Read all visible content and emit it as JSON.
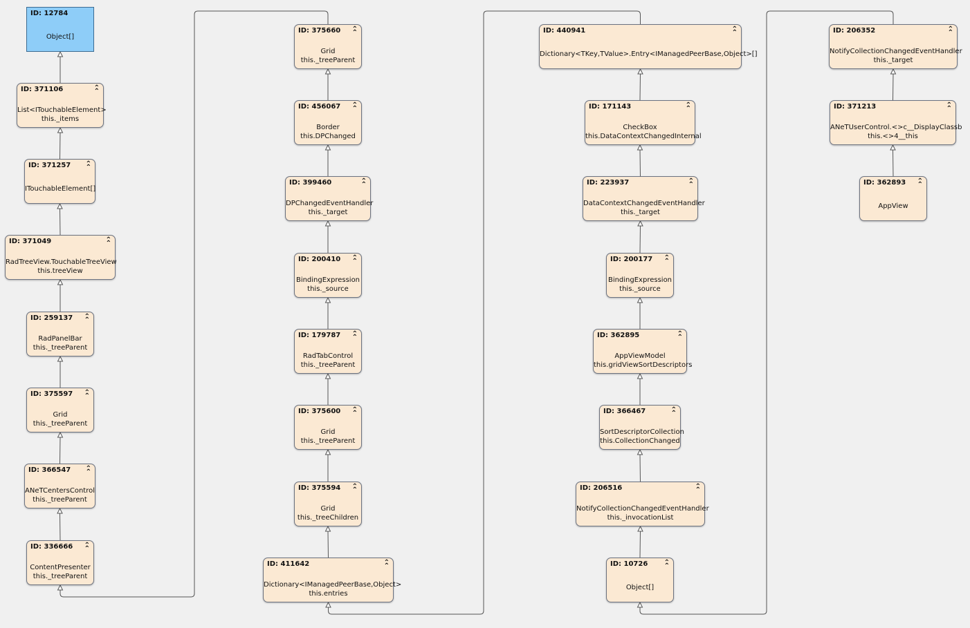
{
  "nodes": [
    {
      "key": "n12784",
      "id_label": "ID: 12784",
      "type": "Object[]",
      "field": "",
      "root": true
    },
    {
      "key": "n371106",
      "id_label": "ID: 371106",
      "type": "List<ITouchableElement>",
      "field": "this._items"
    },
    {
      "key": "n371257",
      "id_label": "ID: 371257",
      "type": "ITouchableElement[]",
      "field": ""
    },
    {
      "key": "n371049",
      "id_label": "ID: 371049",
      "type": "RadTreeView.TouchableTreeView",
      "field": "this.treeView"
    },
    {
      "key": "n259137",
      "id_label": "ID: 259137",
      "type": "RadPanelBar",
      "field": "this._treeParent"
    },
    {
      "key": "n375597",
      "id_label": "ID: 375597",
      "type": "Grid",
      "field": "this._treeParent"
    },
    {
      "key": "n366547",
      "id_label": "ID: 366547",
      "type": "ANeTCentersControl",
      "field": "this._treeParent"
    },
    {
      "key": "n336666",
      "id_label": "ID: 336666",
      "type": "ContentPresenter",
      "field": "this._treeParent"
    },
    {
      "key": "n375660",
      "id_label": "ID: 375660",
      "type": "Grid",
      "field": "this._treeParent"
    },
    {
      "key": "n456067",
      "id_label": "ID: 456067",
      "type": "Border",
      "field": "this.DPChanged"
    },
    {
      "key": "n399460",
      "id_label": "ID: 399460",
      "type": "DPChangedEventHandler",
      "field": "this._target"
    },
    {
      "key": "n200410",
      "id_label": "ID: 200410",
      "type": "BindingExpression",
      "field": "this._source"
    },
    {
      "key": "n179787",
      "id_label": "ID: 179787",
      "type": "RadTabControl",
      "field": "this._treeParent"
    },
    {
      "key": "n375600",
      "id_label": "ID: 375600",
      "type": "Grid",
      "field": "this._treeParent"
    },
    {
      "key": "n375594",
      "id_label": "ID: 375594",
      "type": "Grid",
      "field": "this._treeChildren"
    },
    {
      "key": "n411642",
      "id_label": "ID: 411642",
      "type": "Dictionary<IManagedPeerBase,Object>",
      "field": "this.entries"
    },
    {
      "key": "n440941",
      "id_label": "ID: 440941",
      "type": "Dictionary<TKey,TValue>.Entry<IManagedPeerBase,Object>[]",
      "field": ""
    },
    {
      "key": "n171143",
      "id_label": "ID: 171143",
      "type": "CheckBox",
      "field": "this.DataContextChangedInternal"
    },
    {
      "key": "n223937",
      "id_label": "ID: 223937",
      "type": "DataContextChangedEventHandler",
      "field": "this._target"
    },
    {
      "key": "n200177",
      "id_label": "ID: 200177",
      "type": "BindingExpression",
      "field": "this._source"
    },
    {
      "key": "n362895",
      "id_label": "ID: 362895",
      "type": "AppViewModel",
      "field": "this.gridViewSortDescriptors"
    },
    {
      "key": "n366467",
      "id_label": "ID: 366467",
      "type": "SortDescriptorCollection",
      "field": "this.CollectionChanged"
    },
    {
      "key": "n206516",
      "id_label": "ID: 206516",
      "type": "NotifyCollectionChangedEventHandler",
      "field": "this._invocationList"
    },
    {
      "key": "n10726",
      "id_label": "ID: 10726",
      "type": "Object[]",
      "field": ""
    },
    {
      "key": "n206352",
      "id_label": "ID: 206352",
      "type": "NotifyCollectionChangedEventHandler",
      "field": "this._target"
    },
    {
      "key": "n371213",
      "id_label": "ID: 371213",
      "type": "ANeTUserControl.<>c__DisplayClassb",
      "field": "this.<>4__this"
    },
    {
      "key": "n362893",
      "id_label": "ID: 362893",
      "type": "AppView",
      "field": ""
    }
  ],
  "edges": [
    {
      "from": "n371106",
      "to": "n12784"
    },
    {
      "from": "n371257",
      "to": "n371106"
    },
    {
      "from": "n371049",
      "to": "n371257"
    },
    {
      "from": "n259137",
      "to": "n371049"
    },
    {
      "from": "n375597",
      "to": "n259137"
    },
    {
      "from": "n366547",
      "to": "n375597"
    },
    {
      "from": "n336666",
      "to": "n366547"
    },
    {
      "from": "n375660",
      "to": "n336666"
    },
    {
      "from": "n456067",
      "to": "n375660"
    },
    {
      "from": "n399460",
      "to": "n456067"
    },
    {
      "from": "n200410",
      "to": "n399460"
    },
    {
      "from": "n179787",
      "to": "n200410"
    },
    {
      "from": "n375600",
      "to": "n179787"
    },
    {
      "from": "n375594",
      "to": "n375600"
    },
    {
      "from": "n411642",
      "to": "n375594"
    },
    {
      "from": "n440941",
      "to": "n411642"
    },
    {
      "from": "n171143",
      "to": "n440941"
    },
    {
      "from": "n223937",
      "to": "n171143"
    },
    {
      "from": "n200177",
      "to": "n223937"
    },
    {
      "from": "n362895",
      "to": "n200177"
    },
    {
      "from": "n366467",
      "to": "n362895"
    },
    {
      "from": "n206516",
      "to": "n366467"
    },
    {
      "from": "n10726",
      "to": "n206516"
    },
    {
      "from": "n206352",
      "to": "n10726"
    },
    {
      "from": "n371213",
      "to": "n206352"
    },
    {
      "from": "n362893",
      "to": "n371213"
    }
  ],
  "icons": {
    "collapse": "double-chevron-up-icon"
  },
  "colors": {
    "node_fill": "#fbe9d3",
    "root_fill": "#8ecdf8",
    "edge": "#555555"
  }
}
